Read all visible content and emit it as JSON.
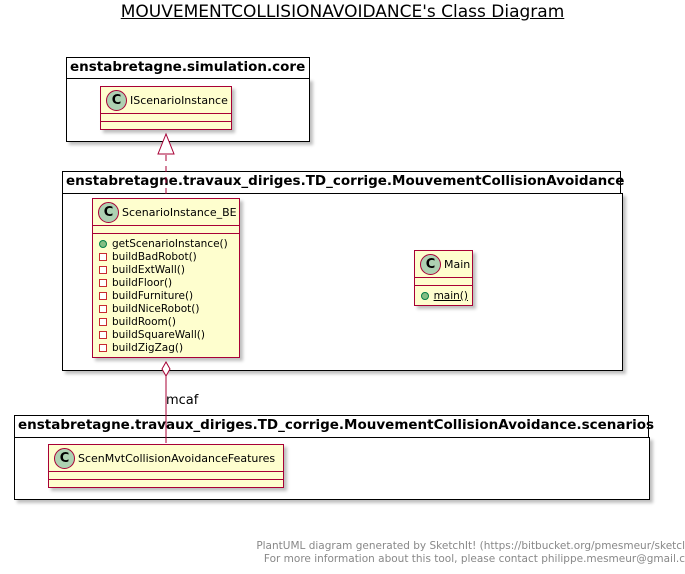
{
  "title": "MOUVEMENTCOLLISIONAVOIDANCE's Class Diagram",
  "packages": {
    "core": {
      "name": "enstabretagne.simulation.core"
    },
    "mca": {
      "name": "enstabretagne.travaux_diriges.TD_corrige.MouvementCollisionAvoidance"
    },
    "scenarios": {
      "name": "enstabretagne.travaux_diriges.TD_corrige.MouvementCollisionAvoidance.scenarios"
    }
  },
  "classes": {
    "iscenario": {
      "badge": "C",
      "name": "IScenarioInstance"
    },
    "scenario_be": {
      "badge": "C",
      "name": "ScenarioInstance_BE",
      "operations": [
        {
          "vis": "public",
          "text": "getScenarioInstance()"
        },
        {
          "vis": "private",
          "text": "buildBadRobot()"
        },
        {
          "vis": "private",
          "text": "buildExtWall()"
        },
        {
          "vis": "private",
          "text": "buildFloor()"
        },
        {
          "vis": "private",
          "text": "buildFurniture()"
        },
        {
          "vis": "private",
          "text": "buildNiceRobot()"
        },
        {
          "vis": "private",
          "text": "buildRoom()"
        },
        {
          "vis": "private",
          "text": "buildSquareWall()"
        },
        {
          "vis": "private",
          "text": "buildZigZag()"
        }
      ]
    },
    "main": {
      "badge": "C",
      "name": "Main",
      "operations": [
        {
          "vis": "public",
          "text": "main()"
        }
      ]
    },
    "features": {
      "badge": "C",
      "name": "ScenMvtCollisionAvoidanceFeatures"
    }
  },
  "relations": {
    "aggregation_label": "mcaf"
  },
  "footer": {
    "line1": "PlantUML diagram generated by SketchIt! (https://bitbucket.org/pmesmeur/sketcl",
    "line2": "For more information about this tool, please contact philippe.mesmeur@gmail.c"
  },
  "colors": {
    "class_fill": "#fefece",
    "class_border": "#a80036",
    "badge_fill": "#add1b2"
  }
}
